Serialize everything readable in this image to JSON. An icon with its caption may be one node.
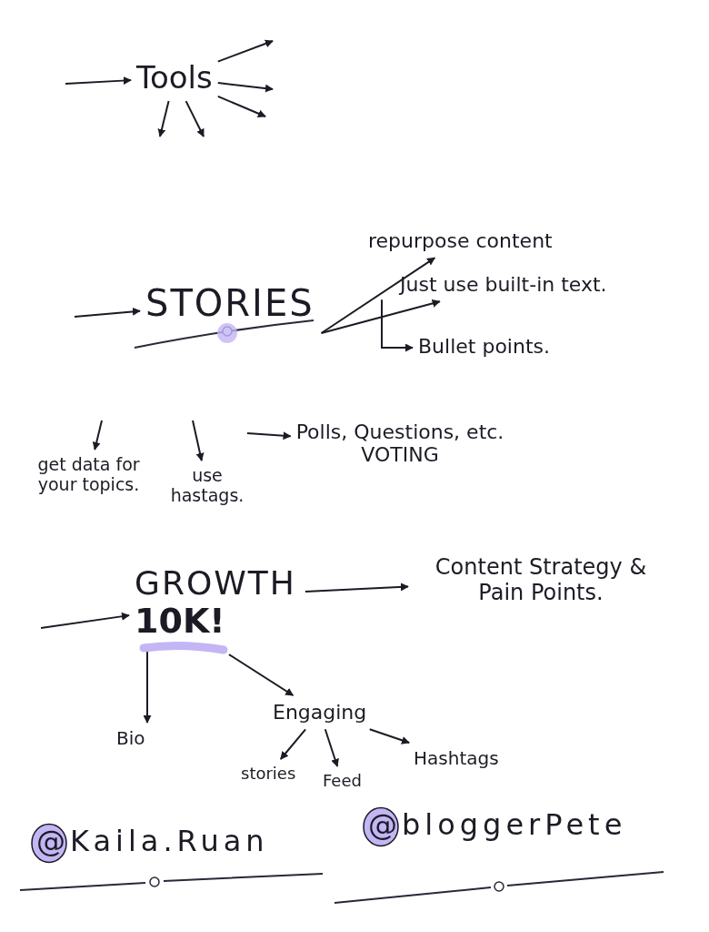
{
  "diagram": {
    "nodes": [
      {
        "text": [
          "Tools"
        ]
      },
      {
        "text": [
          "STORIES"
        ]
      },
      {
        "text": [
          "repurpose content"
        ]
      },
      {
        "text": [
          "Just use built-in text."
        ]
      },
      {
        "text": [
          "Bullet points."
        ]
      },
      {
        "text": [
          "get data for your topics."
        ]
      },
      {
        "text": [
          "use hastags."
        ]
      },
      {
        "text": [
          "Polls, Questions, etc.",
          "VOTING"
        ]
      },
      {
        "text": [
          "GROWTH",
          "10K!"
        ]
      },
      {
        "text": [
          "Content Strategy & Pain Points."
        ]
      },
      {
        "text": [
          "Bio"
        ]
      },
      {
        "text": [
          "Engaging"
        ]
      },
      {
        "text": [
          "stories"
        ]
      },
      {
        "text": [
          "Feed"
        ]
      },
      {
        "text": [
          "Hashtags"
        ]
      },
      {
        "text": [
          "@Kaila.Ruan"
        ]
      },
      {
        "text": [
          "@bloggerPete"
        ]
      }
    ],
    "edges": [
      {
        "from": null,
        "to": 0,
        "arrow": "to"
      },
      {
        "from": 0,
        "to": null,
        "arrow": "to"
      },
      {
        "from": 0,
        "to": null,
        "arrow": "to"
      },
      {
        "from": 0,
        "to": null,
        "arrow": "to"
      },
      {
        "from": 0,
        "to": null,
        "arrow": "to"
      },
      {
        "from": 0,
        "to": null,
        "arrow": "to"
      },
      {
        "from": null,
        "to": 1,
        "arrow": "to"
      },
      {
        "from": 1,
        "to": 2,
        "arrow": "to"
      },
      {
        "from": 1,
        "to": 3,
        "arrow": "to"
      },
      {
        "from": 3,
        "to": 4,
        "arrow": "to"
      },
      {
        "from": null,
        "to": 5,
        "arrow": "to"
      },
      {
        "from": null,
        "to": 6,
        "arrow": "to"
      },
      {
        "from": null,
        "to": 7,
        "arrow": "to"
      },
      {
        "from": null,
        "to": 8,
        "arrow": "to"
      },
      {
        "from": 8,
        "to": 9,
        "arrow": "to"
      },
      {
        "from": 8,
        "to": 10,
        "arrow": "to"
      },
      {
        "from": 8,
        "to": 11,
        "arrow": "to"
      },
      {
        "from": 11,
        "to": 12,
        "arrow": "to"
      },
      {
        "from": 11,
        "to": 13,
        "arrow": "to"
      },
      {
        "from": 11,
        "to": 14,
        "arrow": "to"
      }
    ]
  }
}
